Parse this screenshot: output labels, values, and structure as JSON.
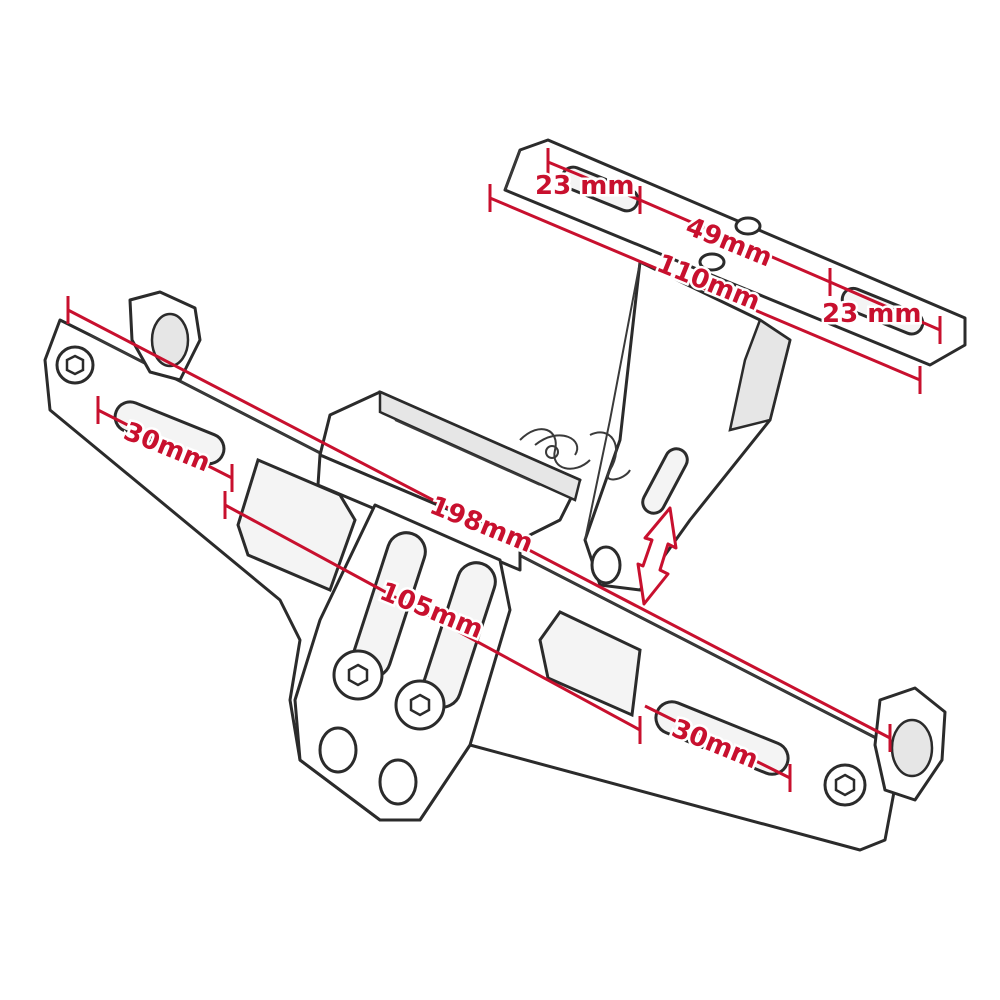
{
  "colors": {
    "dimension": "#c8102e",
    "outline": "#2b2b2b",
    "background": "#ffffff"
  },
  "dimensions": {
    "plate_slot_left": "23 mm",
    "plate_slot_spacing": "49mm",
    "plate_width": "110mm",
    "plate_slot_right": "23 mm",
    "arm_slot_left": "30mm",
    "overall_width": "198mm",
    "center_spacing": "105mm",
    "arm_slot_right": "30mm"
  },
  "indicators": {
    "adjustment_arrow": "double-arrow-icon"
  }
}
